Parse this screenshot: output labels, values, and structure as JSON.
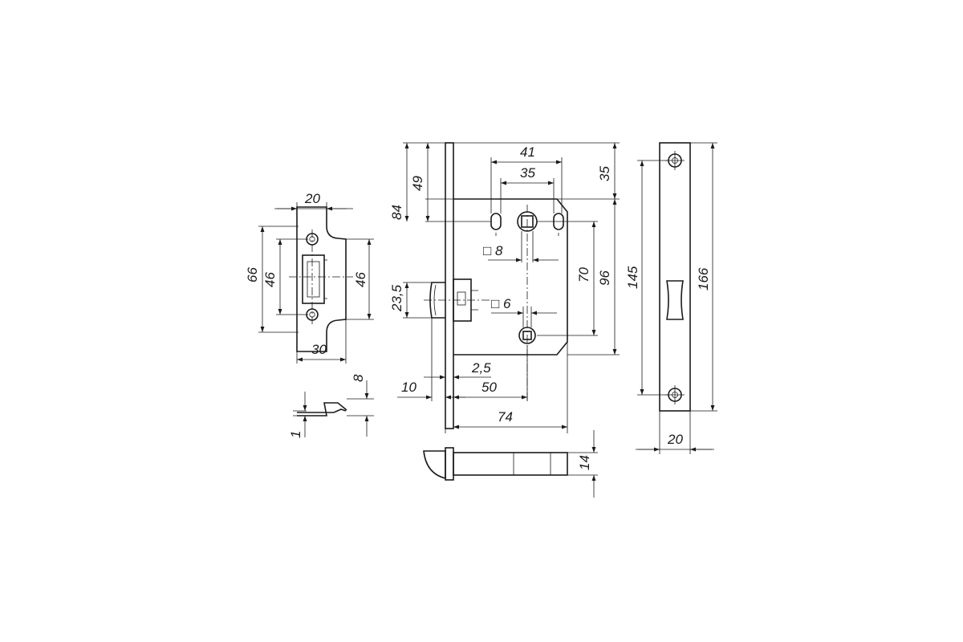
{
  "dimensions": {
    "strike_width": "20",
    "strike_height": "66",
    "strike_hole_spacing": "46",
    "strike_inner_spacing": "46",
    "strike_depth": "30",
    "strike_lip": "8",
    "strike_thickness": "1",
    "lock_top_offset": "49",
    "lock_handle_height": "84",
    "lock_latch_height": "23,5",
    "lock_faceplate_gap": "10",
    "lock_faceplate_thickness": "2,5",
    "lock_backset": "50",
    "lock_body_depth": "74",
    "lock_slot_outer": "41",
    "lock_slot_inner": "35",
    "lock_top_right": "35",
    "lock_spindle_square": "□ 8",
    "lock_small_square": "□ 6",
    "lock_center_distance": "70",
    "lock_body_height": "96",
    "latch_bolt_thickness": "14",
    "faceplate_hole_spacing": "145",
    "faceplate_height": "166",
    "faceplate_width": "20"
  }
}
